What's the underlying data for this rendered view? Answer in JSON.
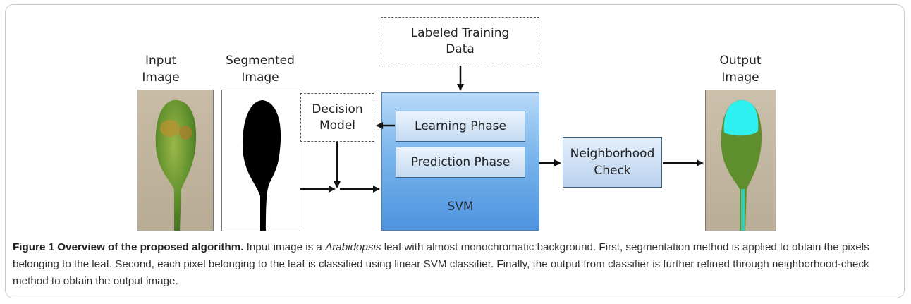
{
  "labels": {
    "input_line1": "Input",
    "input_line2": "Image",
    "segmented_line1": "Segmented",
    "segmented_line2": "Image",
    "output_line1": "Output",
    "output_line2": "Image"
  },
  "boxes": {
    "labeled_training_line1": "Labeled Training",
    "labeled_training_line2": "Data",
    "decision_model_line1": "Decision",
    "decision_model_line2": "Model",
    "learning_phase": "Learning Phase",
    "prediction_phase": "Prediction Phase",
    "svm": "SVM",
    "neighborhood_line1": "Neighborhood",
    "neighborhood_line2": "Check"
  },
  "caption": {
    "title": "Figure 1 Overview of the proposed algorithm.",
    "text_part1": " Input image is a ",
    "italic": "Arabidopsis",
    "text_part2": " leaf with almost monochromatic background. First, segmentation method is applied to obtain the pixels belonging to the leaf. Second, each pixel belonging to the leaf is classified using linear SVM classifier. Finally, the output from classifier is further refined through neighborhood-check method to obtain the output image."
  },
  "colors": {
    "svm_fill": "#6aa8e8",
    "phase_fill": "#d6e6f7",
    "highlight": "#2ff0f0",
    "leaf_green": "#5a8a2a"
  }
}
